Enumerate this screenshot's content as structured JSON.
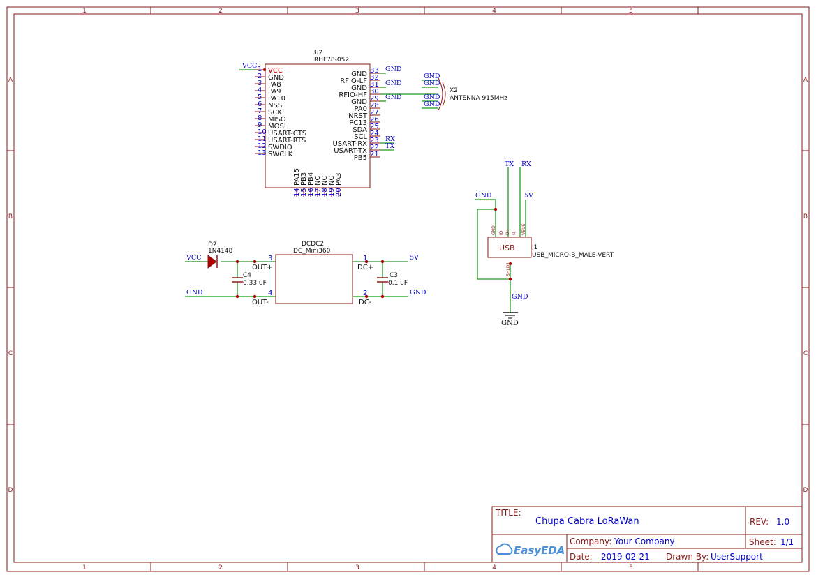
{
  "frame": {
    "columns": [
      "1",
      "2",
      "3",
      "4",
      "5"
    ],
    "rows": [
      "A",
      "B",
      "C",
      "D"
    ]
  },
  "u2": {
    "ref": "U2",
    "value": "RHF78-052",
    "left_pins": [
      {
        "num": "1",
        "name": "VCC"
      },
      {
        "num": "2",
        "name": "GND"
      },
      {
        "num": "3",
        "name": "PA8"
      },
      {
        "num": "4",
        "name": "PA9"
      },
      {
        "num": "5",
        "name": "PA10"
      },
      {
        "num": "6",
        "name": "NSS"
      },
      {
        "num": "7",
        "name": "SCK"
      },
      {
        "num": "8",
        "name": "MISO"
      },
      {
        "num": "9",
        "name": "MOSI"
      },
      {
        "num": "10",
        "name": "USART-CTS"
      },
      {
        "num": "11",
        "name": "USART-RTS"
      },
      {
        "num": "12",
        "name": "SWDIO"
      },
      {
        "num": "13",
        "name": "SWCLK"
      }
    ],
    "right_pins": [
      {
        "num": "33",
        "name": "GND"
      },
      {
        "num": "32",
        "name": "RFIO-LF"
      },
      {
        "num": "31",
        "name": "GND"
      },
      {
        "num": "30",
        "name": "RFIO-HF"
      },
      {
        "num": "29",
        "name": "GND"
      },
      {
        "num": "28",
        "name": "PA0"
      },
      {
        "num": "27",
        "name": "NRST"
      },
      {
        "num": "26",
        "name": "PC13"
      },
      {
        "num": "25",
        "name": "SDA"
      },
      {
        "num": "24",
        "name": "SCL"
      },
      {
        "num": "23",
        "name": "USART-RX"
      },
      {
        "num": "22",
        "name": "USART-TX"
      },
      {
        "num": "21",
        "name": "PB5"
      }
    ],
    "bottom_pins": [
      {
        "num": "14",
        "name": "PA15"
      },
      {
        "num": "15",
        "name": "PB3"
      },
      {
        "num": "16",
        "name": "PB4"
      },
      {
        "num": "17",
        "name": "NC"
      },
      {
        "num": "18",
        "name": "NC"
      },
      {
        "num": "19",
        "name": "NC"
      },
      {
        "num": "20",
        "name": "PA3"
      }
    ]
  },
  "nets": {
    "vcc": "VCC",
    "gnd": "GND",
    "rx": "RX",
    "tx": "TX",
    "v5": "5V"
  },
  "x2": {
    "ref": "X2",
    "value": "ANTENNA 915MHz"
  },
  "d2": {
    "ref": "D2",
    "value": "1N4148"
  },
  "c4": {
    "ref": "C4",
    "value": "0.33 uF"
  },
  "c3": {
    "ref": "C3",
    "value": "0.1 uF"
  },
  "dcdc2": {
    "ref": "DCDC2",
    "value": "DC_Mini360",
    "pins": [
      {
        "num": "3",
        "name": "OUT+"
      },
      {
        "num": "4",
        "name": "OUT-"
      },
      {
        "num": "1",
        "name": "DC+"
      },
      {
        "num": "2",
        "name": "DC-"
      }
    ]
  },
  "j1": {
    "ref": "J1",
    "value": "USB_MICRO-B_MALE-VERT",
    "body": "USB",
    "top_pins": [
      "GND",
      "ID",
      "D+",
      "D-",
      "VBUS"
    ],
    "shield": "SHLD1"
  },
  "title_block": {
    "title_label": "TITLE:",
    "title": "Chupa Cabra LoRaWan",
    "rev_label": "REV:",
    "rev": "1.0",
    "company_label": "Company:",
    "company": "Your Company",
    "sheet_label": "Sheet:",
    "sheet": "1/1",
    "date_label": "Date:",
    "date": "2019-02-21",
    "drawn_label": "Drawn By:",
    "drawn": "UserSupport",
    "logo": "EasyEDA"
  },
  "colors": {
    "frame": "#8b1a1a",
    "wire": "#1f9a1f",
    "net": "#0000cc",
    "junction": "#b00000"
  }
}
